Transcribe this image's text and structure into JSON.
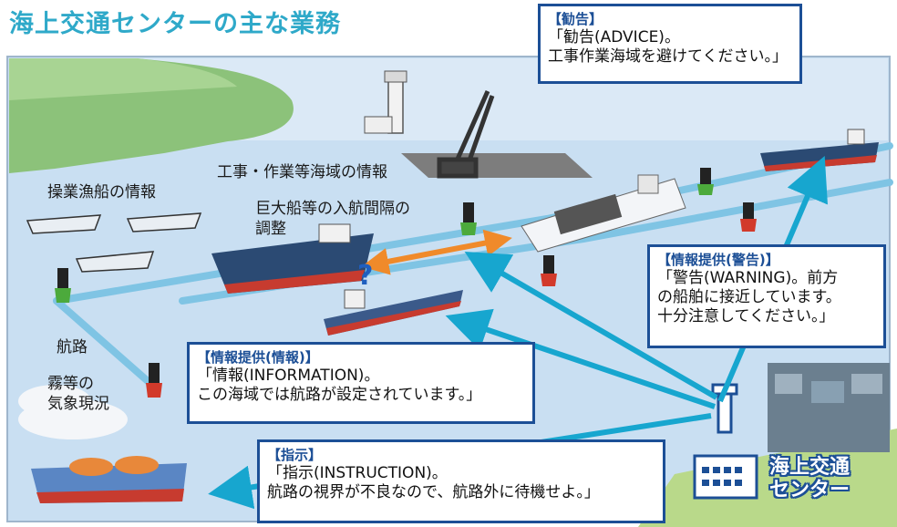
{
  "title": "海上交通センターの主な業務",
  "labels": {
    "construction": "工事・作業等海域の情報",
    "fishing": "操業漁船の情報",
    "large_ship_1": "巨大船等の入航間隔の",
    "large_ship_2": "調整",
    "route": "航路",
    "weather_1": "霧等の",
    "weather_2": "気象現況",
    "question_mark": "?"
  },
  "callouts": {
    "advice": {
      "header": "【勧告】",
      "lines": [
        "「勧告(ADVICE)。",
        "工事作業海域を避けてください。」"
      ]
    },
    "warning": {
      "header": "【情報提供(警告)】",
      "lines": [
        "「警告(WARNING)。前方",
        "の船舶に接近しています。",
        "十分注意してください。」"
      ]
    },
    "information": {
      "header": "【情報提供(情報)】",
      "lines": [
        "「情報(INFORMATION)。",
        "この海域では航路が設定されています。」"
      ]
    },
    "instruction": {
      "header": "【指示】",
      "lines": [
        "「指示(INSTRUCTION)。",
        "航路の視界が不良なので、航路外に待機せよ。」"
      ]
    }
  },
  "center": {
    "name_line1": "海上交通",
    "name_line2": "センター"
  },
  "colors": {
    "title": "#2fa9c9",
    "callout_border": "#1c4f96",
    "sea": "#bcd6ef",
    "route": "#7fc4e4",
    "arrow": "#17a6cf",
    "orange_arrow": "#f08a2a",
    "land": "#8cc27a"
  }
}
